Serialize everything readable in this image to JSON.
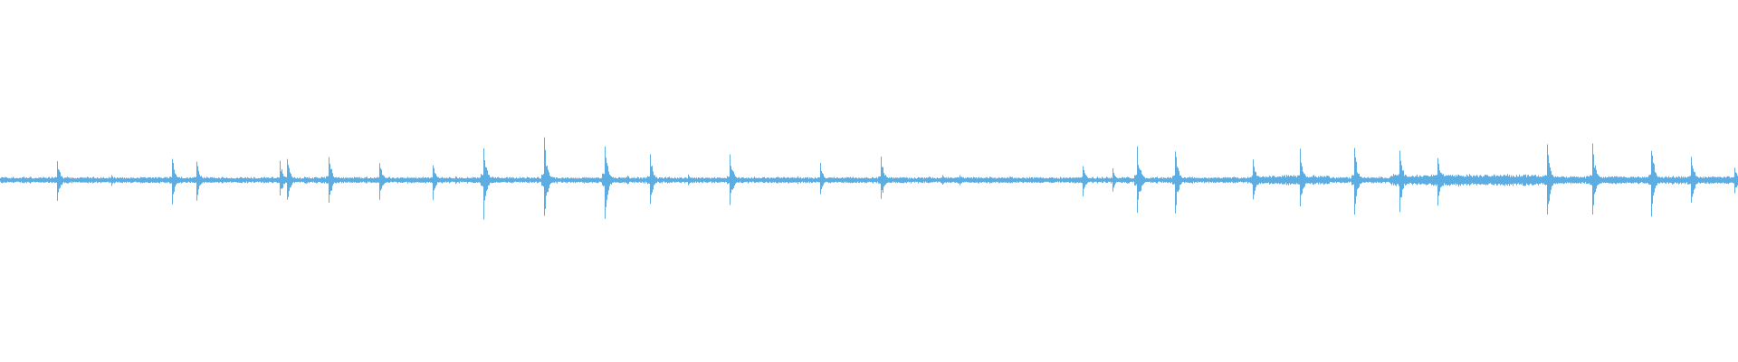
{
  "waveform": {
    "color": "#5dade2",
    "background": "#ffffff",
    "duration_fraction_visible": 1.0,
    "transients": [
      {
        "t": 0.033,
        "amp": 0.45
      },
      {
        "t": 0.064,
        "amp": 0.12
      },
      {
        "t": 0.099,
        "amp": 0.5
      },
      {
        "t": 0.113,
        "amp": 0.42
      },
      {
        "t": 0.161,
        "amp": 0.4
      },
      {
        "t": 0.165,
        "amp": 0.45
      },
      {
        "t": 0.189,
        "amp": 0.55
      },
      {
        "t": 0.218,
        "amp": 0.42
      },
      {
        "t": 0.249,
        "amp": 0.4
      },
      {
        "t": 0.262,
        "amp": 0.08
      },
      {
        "t": 0.278,
        "amp": 0.85
      },
      {
        "t": 0.313,
        "amp": 0.9
      },
      {
        "t": 0.348,
        "amp": 0.88
      },
      {
        "t": 0.361,
        "amp": 0.1
      },
      {
        "t": 0.374,
        "amp": 0.55
      },
      {
        "t": 0.396,
        "amp": 0.12
      },
      {
        "t": 0.42,
        "amp": 0.55
      },
      {
        "t": 0.447,
        "amp": 0.08
      },
      {
        "t": 0.459,
        "amp": 0.08
      },
      {
        "t": 0.472,
        "amp": 0.35
      },
      {
        "t": 0.507,
        "amp": 0.5
      },
      {
        "t": 0.542,
        "amp": 0.12
      },
      {
        "t": 0.552,
        "amp": 0.12
      },
      {
        "t": 0.623,
        "amp": 0.35
      },
      {
        "t": 0.64,
        "amp": 0.25
      },
      {
        "t": 0.654,
        "amp": 0.75
      },
      {
        "t": 0.676,
        "amp": 0.7
      },
      {
        "t": 0.721,
        "amp": 0.48
      },
      {
        "t": 0.748,
        "amp": 0.65
      },
      {
        "t": 0.779,
        "amp": 0.7
      },
      {
        "t": 0.805,
        "amp": 0.68
      },
      {
        "t": 0.827,
        "amp": 0.55
      },
      {
        "t": 0.89,
        "amp": 0.8
      },
      {
        "t": 0.916,
        "amp": 0.75
      },
      {
        "t": 0.95,
        "amp": 0.78
      },
      {
        "t": 0.973,
        "amp": 0.6
      },
      {
        "t": 0.998,
        "amp": 0.3
      }
    ],
    "busy_regions": [
      {
        "start": 0.72,
        "end": 0.765,
        "amp": 0.1
      },
      {
        "start": 0.8,
        "end": 0.89,
        "amp": 0.12
      },
      {
        "start": 0.89,
        "end": 1.0,
        "amp": 0.08
      }
    ]
  }
}
